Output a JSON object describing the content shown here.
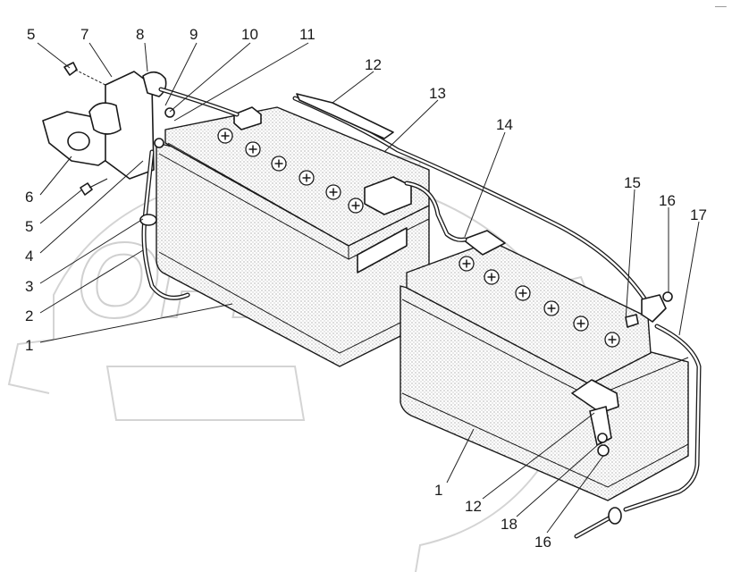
{
  "watermark": {
    "text": "OPEX"
  },
  "corner_mark": "──",
  "callouts": [
    "5",
    "7",
    "8",
    "9",
    "10",
    "11",
    "12",
    "13",
    "14",
    "15",
    "16",
    "17",
    "6",
    "5",
    "4",
    "3",
    "2",
    "1",
    "1",
    "12",
    "18",
    "16"
  ],
  "icons": {
    "terminal_mark": "plus-icon"
  }
}
